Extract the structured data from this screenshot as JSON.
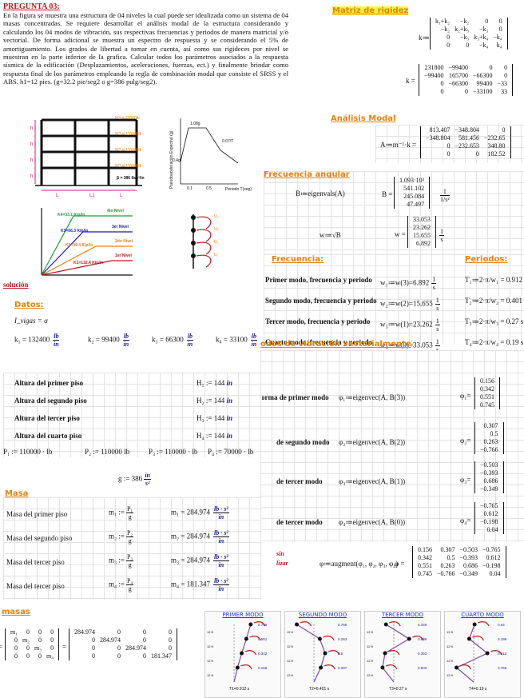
{
  "problem": {
    "title": "PREGUNTA 03:",
    "body": "En la figura se muestra una estructura de 04 niveles la cual puede ser idealizada como un sistema de 04 masas concentradas. Se requiere desarrollar el análisis modal de la estructura considerando y calculando los 04 modos de vibración, sus respectivas frecuencias y periodos de manera matricial y/o vectorial. De forma adicional se muestra un espectro de respuesta y se considerando el 5% de amortiguamiento. Los grados de libertad a tomar en cuenta, así como sus rigideces por nivel se muestran en la parte inferior de la grafica. Calcular todos los parámetros asociados a la respuesta sísmica de la edificación (Desplazamientos, aceleraciones, fuerzas, ect.) y finalmente brindar como respuesta final de los parámetros empleando la regla de combinación modal que consiste el SRSS y el ABS. h1=12 pies. (g=32.2 pie/seg2 o g=386 pulg/seg2)."
  },
  "stiffness": {
    "title": "Matriz de rigidez",
    "symbolic": [
      [
        "k₁+k₂",
        "−k₂",
        "0",
        "0"
      ],
      [
        "−k₂",
        "k₂+k₃",
        "−k₃",
        "0"
      ],
      [
        "0",
        "−k₃",
        "k₃+k₄",
        "−k₄"
      ],
      [
        "0",
        "0",
        "−k₄",
        "k₄"
      ]
    ],
    "numeric": [
      [
        "231800",
        "−99400",
        "0",
        "0"
      ],
      [
        "−99400",
        "165700",
        "−66300",
        "0"
      ],
      [
        "0",
        "−66300",
        "99400",
        "−33"
      ],
      [
        "0",
        "0",
        "−33100",
        "33"
      ]
    ]
  },
  "modal": {
    "title": "Análisis Modal",
    "A": [
      [
        "813.407",
        "−348.804",
        "0"
      ],
      [
        "−348.804",
        "581.456",
        "−232.65"
      ],
      [
        "0",
        "−232.653",
        "348.80"
      ],
      [
        "0",
        "0",
        "182.52"
      ]
    ]
  },
  "ang_freq": {
    "title": "Frecuencia angular",
    "B_label": "B≔eigenvals(A)",
    "B": [
      "1.093·10³",
      "541.102",
      "245.084",
      "47.497"
    ],
    "w_label": "w≔√B",
    "w": [
      "33.053",
      "23.262",
      "15.655",
      "6.892"
    ]
  },
  "freq_title": "Frecuencia:",
  "per_title": "Periodos:",
  "freq_rows": [
    {
      "label": "Primer modo, frecuencia y periodo",
      "eq": "w₁≔w(3)=6.892",
      "T": "T₁≔2·π/w₁ = 0.912 s"
    },
    {
      "label": "Segundo modo, frecuencia y periodo",
      "eq": "w₂≔w(2)=15.655",
      "T": "T₂≔2·π/w₂ = 0.401 s"
    },
    {
      "label": "Tercer modo, frecuencia y periodo",
      "eq": "w₃≔w(1)=23.262",
      "T": "T₃≔2·π/w₃ = 0.27 s"
    },
    {
      "label": "Cuarto modo, frecuencia y periodo",
      "eq": "w₄≔w(0)=33.053",
      "T": "T₄≔2·π/w₄ = 0.19 s"
    }
  ],
  "modes_title": "odos de vibración vectorialmente",
  "modes": [
    {
      "label": "orma de primer modo",
      "eq": "φ₁≔eigenvec(A, B(3))",
      "lhs": "φ₁=",
      "vec": [
        "0.156",
        "0.342",
        "0.551",
        "0.745"
      ]
    },
    {
      "label": "de segundo modo",
      "eq": "φ₂≔eigenvec(A, B(2))",
      "lhs": "φ₂=",
      "vec": [
        "0.307",
        "0.5",
        "0.263",
        "−0.766"
      ]
    },
    {
      "label": "de tercer modo",
      "eq": "φ₃≔eigenvec(A, B(1))",
      "lhs": "φ₃=",
      "vec": [
        "−0.503",
        "−0.393",
        "0.686",
        "−0.349"
      ]
    },
    {
      "label": "de tercer modo",
      "eq": "φ₄≔eigenvec(A, B(0))",
      "lhs": "φ₄=",
      "vec": [
        "−0.765",
        "0.612",
        "−0.198",
        "0.04"
      ]
    }
  ],
  "aug": {
    "side1": "sin",
    "side2": "lizar",
    "eq": "φ≔augment(φ₁, φ₂, φ₃, φ₄)",
    "rows": [
      [
        "0.156",
        "0.307",
        "−0.503",
        "−0.765"
      ],
      [
        "0.342",
        "0.5",
        "−0.393",
        "0.612"
      ],
      [
        "0.551",
        "0.263",
        "0.686",
        "−0.198"
      ],
      [
        "0.745",
        "−0.766",
        "−0.349",
        "0.04"
      ]
    ]
  },
  "solucion": "solución",
  "datos": {
    "title": "Datos:",
    "ivigas": "I_vigas = α",
    "k": [
      {
        "l": "k₁ = 132400",
        "u": "lb/in"
      },
      {
        "l": "k₂ = 99400",
        "u": "lb/in"
      },
      {
        "l": "k₃ = 66300",
        "u": "lb/in"
      },
      {
        "l": "k₄ = 33100",
        "u": "lb/in"
      }
    ]
  },
  "heights": [
    {
      "label": "Altura del primer piso",
      "eq": "H₁ := 144",
      "u": "in"
    },
    {
      "label": "Altura del segundo piso",
      "eq": "H₂ := 144",
      "u": "in"
    },
    {
      "label": "Altura del tercer piso",
      "eq": "H₃ := 144",
      "u": "in"
    },
    {
      "label": "Altura del cuarto piso",
      "eq": "H₄ := 144",
      "u": "in"
    }
  ],
  "weights": [
    "P₁ := 110000 · lb",
    "P₂ := 110000 lb",
    "P₃ := 110000 · lb",
    "P₄ := 70000 · lb"
  ],
  "g": {
    "eq": "g := 386",
    "u": "in/s²"
  },
  "masa": {
    "title": "Masa",
    "rows": [
      {
        "label": "Masa del primer piso",
        "lhs": "m₁ :=",
        "num": "P₁",
        "den": "g",
        "val": "m₁ = 284.974"
      },
      {
        "label": "Masa del segundo piso",
        "lhs": "m₂ :=",
        "num": "P₂",
        "den": "g",
        "val": "m₂ = 284.974"
      },
      {
        "label": "Masa del tercer piso",
        "lhs": "m₃ :=",
        "num": "P₃",
        "den": "g",
        "val": "m₃ = 284.974"
      },
      {
        "label": "Masa del tercer piso",
        "lhs": "m₄ :=",
        "num": "P₄",
        "den": "g",
        "val": "m₄ = 181.347"
      }
    ],
    "unit_num": "lb · s²",
    "unit_den": "in"
  },
  "mass_matrix": {
    "title": "masas",
    "sym": [
      [
        "m₁",
        "0",
        "0",
        "0"
      ],
      [
        "0",
        "m₂",
        "0",
        "0"
      ],
      [
        "0",
        "0",
        "m₃",
        "0"
      ],
      [
        "0",
        "0",
        "0",
        "m₄"
      ]
    ],
    "num": [
      [
        "284.974",
        "0",
        "0",
        "0"
      ],
      [
        "0",
        "284.974",
        "0",
        "0"
      ],
      [
        "0",
        "0",
        "284.974",
        "0"
      ],
      [
        "0",
        "0",
        "0",
        "181.347"
      ]
    ]
  },
  "figure": {
    "spectrum_title": "1.08g",
    "spectrum_val2": "0.07/T",
    "spectrum_val3": "0.4g",
    "spectrum_x1": "0.1",
    "spectrum_x2": "0.5",
    "spectrum_xlabel": "Periodo T(seg)",
    "spectrum_ylabel": "Pseudoaceleración Espectral (g)",
    "frame_levels": [
      "Ws = 70000lb",
      "W3 = 110000lb",
      "W2 = 110000lb",
      "W1 = 110000lb"
    ],
    "frame_inertia": "β = 386 lb/s²/in",
    "pushover": [
      "4to Nivel",
      "3er Nivel",
      "2do Nivel",
      "1er Nivel",
      "K4=33.1 Kip/in",
      "K3=66.3 Kip/in",
      "K2=99.4 Kip/in",
      "K1=132.4 Kip/in"
    ],
    "frame_dims": [
      "h",
      "h",
      "h",
      "h",
      "L",
      "L1",
      "L"
    ],
    "dof": [
      "U₄",
      "U₃",
      "U₂",
      "U₁"
    ]
  },
  "mode_plots": [
    {
      "title": "PRIMER MODO",
      "T": "T1=0.912 s",
      "vals": [
        "0.745",
        "0.551",
        "0.342",
        "0.156"
      ],
      "ft": [
        "12 ft",
        "12 ft",
        "12 ft",
        "12 ft"
      ]
    },
    {
      "title": "SEGUNDO MODO",
      "T": "T2=0.401 s",
      "vals": [
        "0.766",
        "0.263",
        "0.5",
        "0.307"
      ],
      "ft": [
        "12 ft",
        "12 ft",
        "12 ft",
        "12 ft"
      ]
    },
    {
      "title": "TERCER MODO",
      "T": "T3=0.27 s",
      "vals": [
        "0.349",
        "0.686",
        "0.393",
        "0.503"
      ],
      "ft": [
        "12 ft",
        "12 ft",
        "12 ft",
        "12 ft"
      ]
    },
    {
      "title": "CUARTO MODO",
      "T": "T4=0.19 s",
      "vals": [
        "0.04",
        "0.198",
        "0.612",
        "0.765"
      ],
      "ft": [
        "12 ft",
        "12 ft",
        "12 ft",
        "12 ft"
      ]
    }
  ],
  "units": {
    "inv_s": "1/s",
    "inv_s2": "1/s²",
    "s": "s",
    "in": "in",
    "lb_in_num": "lb",
    "lb_in_den": "in"
  },
  "colors": {
    "accent": "#e8820c",
    "title_red": "#c0151b",
    "blue": "#1a1aa8",
    "highlight": "#fff14a"
  }
}
